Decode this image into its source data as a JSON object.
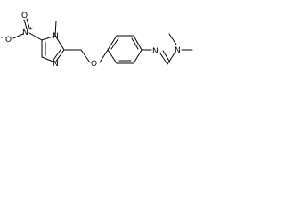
{
  "molecule": {
    "atoms": {
      "methyl_n": "N",
      "nitro_n": "N",
      "nitro_o_top": "O",
      "nitro_o_left": "O",
      "ring_n": "N",
      "ether_o": "O",
      "imine_n": "N",
      "amine_n": "N"
    },
    "charges": {
      "nitro_n": "+",
      "nitro_o_left": "-"
    }
  }
}
